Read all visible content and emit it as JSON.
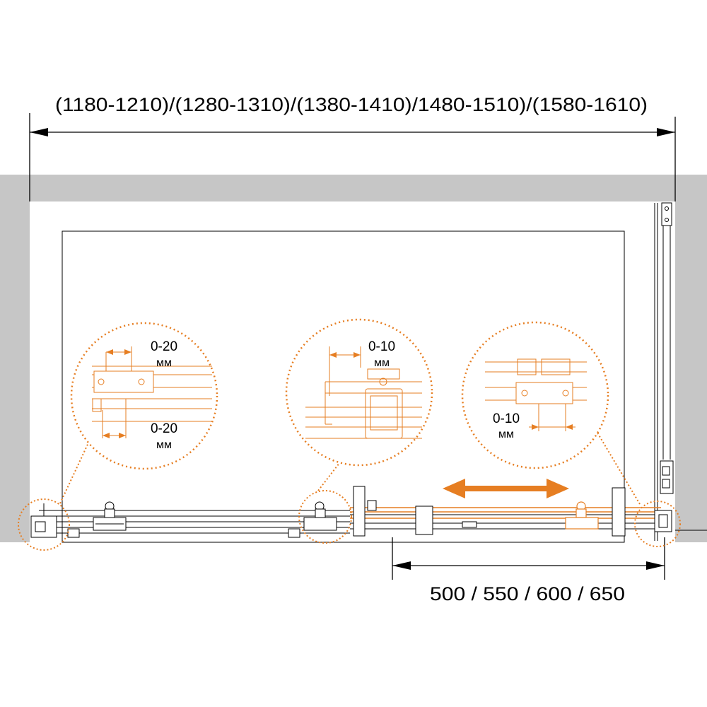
{
  "dimensions": {
    "overall_width": "(1180-1210)/(1280-1310)/(1380-1410)/1480-1510)/(1580-1610)",
    "door_opening": "500 / 550 / 600 / 650"
  },
  "details": {
    "left": {
      "top_range": "0-20",
      "top_unit": "мм",
      "bottom_range": "0-20",
      "bottom_unit": "мм"
    },
    "center": {
      "range": "0-10",
      "unit": "мм"
    },
    "right": {
      "range": "0-10",
      "unit": "мм"
    }
  },
  "colors": {
    "wall": "#c6c6c6",
    "accent": "#e67e22",
    "line": "#000000"
  }
}
